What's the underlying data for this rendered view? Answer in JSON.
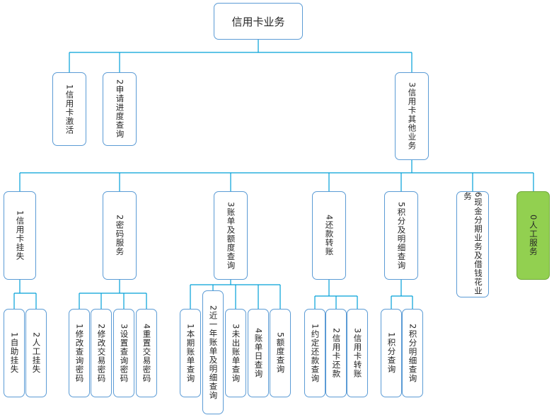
{
  "diagram": {
    "root": "信用卡业务",
    "level1": [
      "1信用卡激活",
      "2申请进度查询",
      "3信用卡其他业务"
    ],
    "level2": [
      "1信用卡挂失",
      "2密码服务",
      "3账单及额度查询",
      "4还款转账",
      "5积分及明细查询",
      "6现金分期业务及借钱花业务",
      "0人工服务"
    ],
    "level3": {
      "lost": [
        "1自助挂失",
        "2人工挂失"
      ],
      "password": [
        "1修改查询密码",
        "2修改交易密码",
        "3设置查询密码",
        "4重置交易密码"
      ],
      "bill": [
        "1本期账单查询",
        "2近一年账单及明细查询",
        "3未出账单查询",
        "4账单日查询",
        "5额度查询"
      ],
      "repay": [
        "1约定还款查询",
        "2信用卡还款",
        "3信用卡转账"
      ],
      "points": [
        "1积分查询",
        "2积分明细查询"
      ]
    },
    "colors": {
      "line": "#00a0d8",
      "border": "#5b9bd5",
      "highlight": "#92d050"
    }
  }
}
